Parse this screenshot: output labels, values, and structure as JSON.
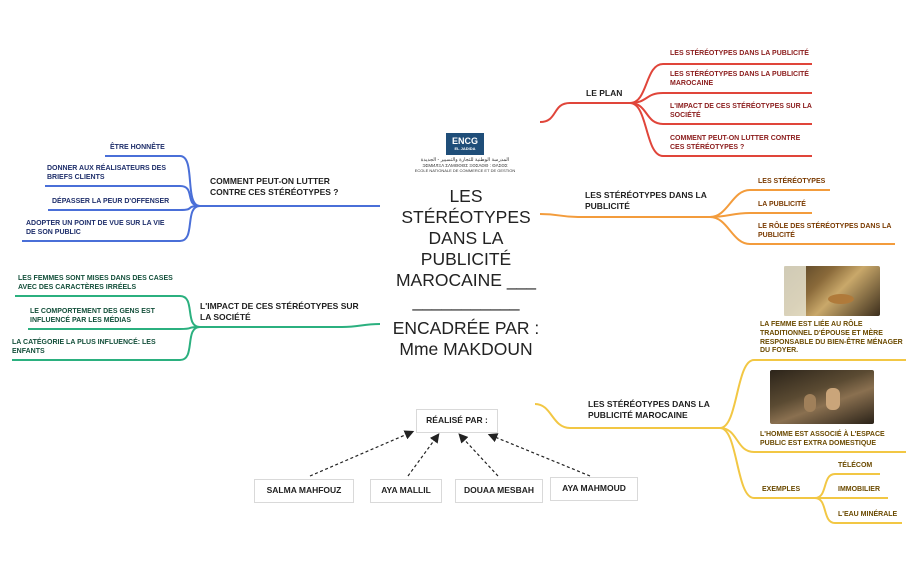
{
  "center": {
    "title": "LES STÉRÉOTYPES DANS LA PUBLICITÉ MAROCAINE ___",
    "separator": "___________",
    "supervisor": "ENCADRÉE PAR : Mme MAKDOUN"
  },
  "logo": {
    "badge": "ENCG",
    "badge_sub": "EL JADIDA",
    "arabic": "المدرسة الوطنية للتجارة والتسيير - الجديدة",
    "line2": "ЭΣΜИЛΞΛ ΣΛΜΘΘΘΣ ΞΘΣΛΘΘ : ΘΛΣΘΣ",
    "line3": "ECOLE NATIONALE DE COMMERCE ET DE GESTION",
    "color": "#1f4e79"
  },
  "colors": {
    "red": "#e0453a",
    "orange": "#f39c3c",
    "yellow": "#f2c744",
    "blue": "#4a6fd8",
    "green": "#2bb07f"
  },
  "plan": {
    "title": "LE PLAN",
    "items": [
      "LES STÉRÉOTYPES DANS LA PUBLICITÉ",
      "LES STÉRÉOTYPES DANS LA PUBLICITÉ MAROCAINE",
      "L'IMPACT DE CES STÉRÉOTYPES SUR LA SOCIÉTÉ",
      "COMMENT PEUT-ON LUTTER CONTRE CES STÉRÉOTYPES ?"
    ]
  },
  "pub": {
    "title": "LES STÉRÉOTYPES DANS LA PUBLICITÉ",
    "items": [
      "LES STÉRÉOTYPES",
      "LA PUBLICITÉ",
      "LE RÔLE DES STÉRÉOTYPES DANS LA PUBLICITÉ"
    ]
  },
  "maroc": {
    "title": "LES STÉRÉOTYPES DANS LA PUBLICITÉ MAROCAINE",
    "femme": "LA FEMME EST LIÉE AU RÔLE TRADITIONNEL D'ÉPOUSE ET MÈRE RESPONSABLE DU BIEN-ÊTRE MÉNAGER DU FOYER.",
    "homme": "L'HOMME EST ASSOCIÉ À L'ESPACE PUBLIC EST EXTRA DOMESTIQUE",
    "exemples": {
      "label": "EXEMPLES",
      "items": [
        "TÉLÉCOM",
        "IMMOBILIER",
        "L'EAU MINÉRALE"
      ]
    }
  },
  "lutter": {
    "title": "COMMENT PEUT-ON LUTTER CONTRE CES STÉRÉOTYPES ?",
    "items": [
      "ÊTRE HONNÊTE",
      "DONNER AUX RÉALISATEURS DES BRIEFS CLIENTS",
      "DÉPASSER LA PEUR D'OFFENSER",
      "ADOPTER UN POINT DE VUE SUR LA VIE DE SON PUBLIC"
    ]
  },
  "impact": {
    "title": "L'IMPACT DE CES STÉRÉOTYPES SUR LA SOCIÉTÉ",
    "items": [
      "LES FEMMES SONT MISES DANS DES CASES AVEC DES CARACTÈRES IRRÉELS",
      "LE COMPORTEMENT DES GENS EST INFLUENCÉ PAR LES MÉDIAS",
      "LA CATÉGORIE LA PLUS INFLUENCÉ: LES ENFANTS"
    ]
  },
  "realise": {
    "label": "RÉALISÉ PAR :",
    "authors": [
      "SALMA MAHFOUZ",
      "AYA MALLIL",
      "DOUAA MESBAH",
      "AYA MAHMOUD"
    ]
  }
}
